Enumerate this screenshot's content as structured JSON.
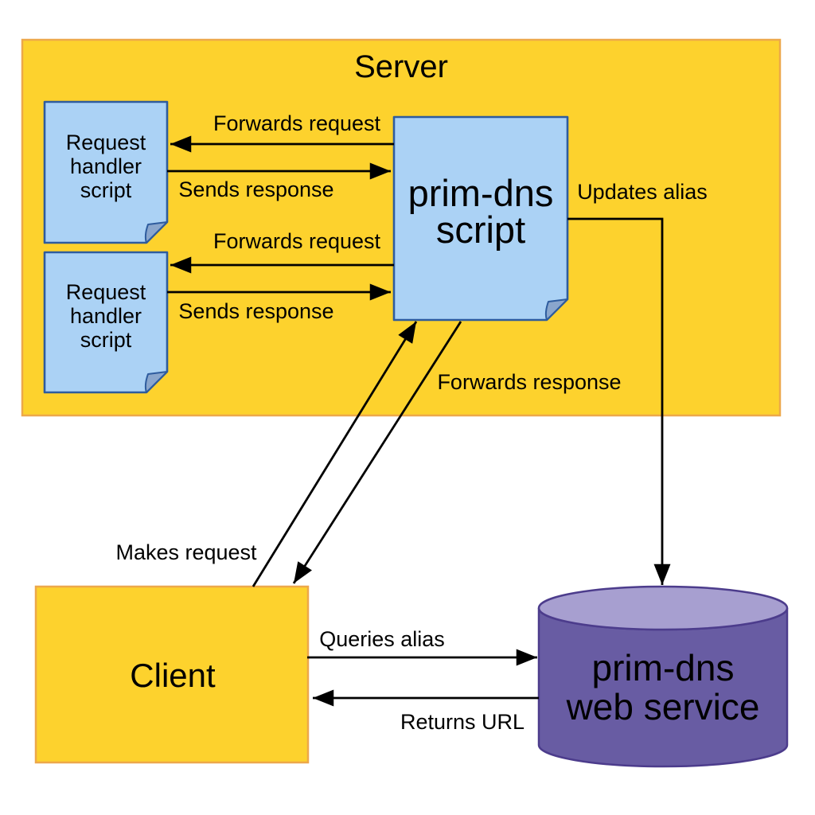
{
  "diagram": {
    "server": {
      "title": "Server"
    },
    "nodes": {
      "request_handler_1": {
        "line1": "Request",
        "line2": "handler",
        "line3": "script"
      },
      "request_handler_2": {
        "line1": "Request",
        "line2": "handler",
        "line3": "script"
      },
      "prim_dns_script": {
        "line1": "prim-dns",
        "line2": "script"
      },
      "client": {
        "label": "Client"
      },
      "prim_dns_web_service": {
        "line1": "prim-dns",
        "line2": "web service"
      }
    },
    "edges": {
      "forwards_request_top": {
        "label": "Forwards request"
      },
      "sends_response_top": {
        "label": "Sends response"
      },
      "forwards_request_bottom": {
        "label": "Forwards request"
      },
      "sends_response_bottom": {
        "label": "Sends response"
      },
      "updates_alias": {
        "label": "Updates alias"
      },
      "makes_request": {
        "label": "Makes request"
      },
      "forwards_response": {
        "label": "Forwards response"
      },
      "queries_alias": {
        "label": "Queries alias"
      },
      "returns_url": {
        "label": "Returns URL"
      }
    },
    "colors": {
      "canvas-bg": "#ffffff",
      "box-yellow": "#fdd22d",
      "box-yellow-border": "#eda84a",
      "note-blue": "#abd2f5",
      "note-blue-border": "#2e5c9e",
      "note-fold": "#8aa6cc",
      "cylinder-body": "#685ca3",
      "cylinder-top": "#a79fd0",
      "cylinder-border": "#4c3c8c",
      "arrow-black": "#000000",
      "text-black": "#000000"
    }
  }
}
